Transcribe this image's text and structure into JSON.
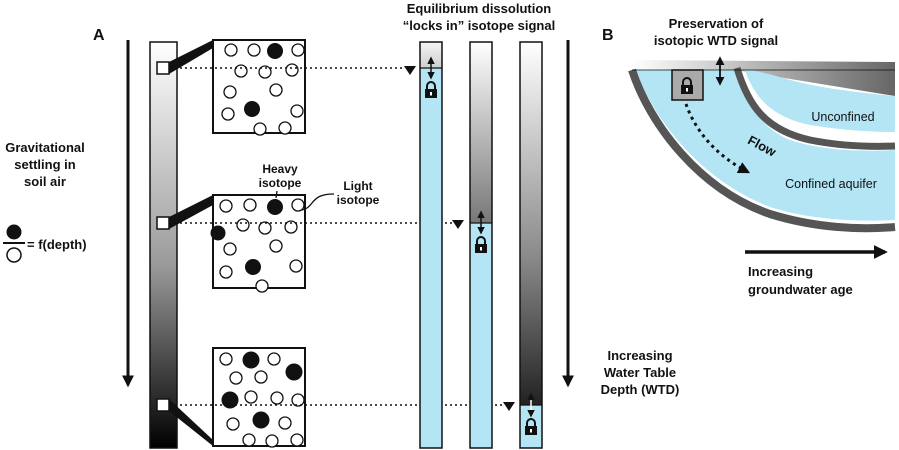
{
  "panel_a": {
    "letter": "A",
    "gravity_label": [
      "Gravitational",
      "settling in",
      "soil air"
    ],
    "ratio_label": "= f(depth)",
    "heavy_label": [
      "Heavy",
      "isotope"
    ],
    "light_label": [
      "Light",
      "isotope"
    ],
    "equilibrium_title": [
      "Equilibrium dissolution",
      "“locks in” isotope signal"
    ],
    "wtd_label": [
      "Increasing",
      "Water Table",
      "Depth (WTD)"
    ]
  },
  "panel_b": {
    "letter": "B",
    "title": [
      "Preservation of",
      "isotopic WTD signal"
    ],
    "unconfined_label": "Unconfined",
    "flow_label": "Flow",
    "confined_label": "Confined aquifer",
    "age_label": [
      "Increasing",
      "groundwater age"
    ]
  },
  "colors": {
    "water": "#b3e5f5",
    "outline": "#111111",
    "ground": "#555555"
  },
  "icons": [
    "lock-icon",
    "heavy-isotope-circle",
    "light-isotope-circle",
    "double-arrow-icon",
    "water-table-marker-icon"
  ]
}
